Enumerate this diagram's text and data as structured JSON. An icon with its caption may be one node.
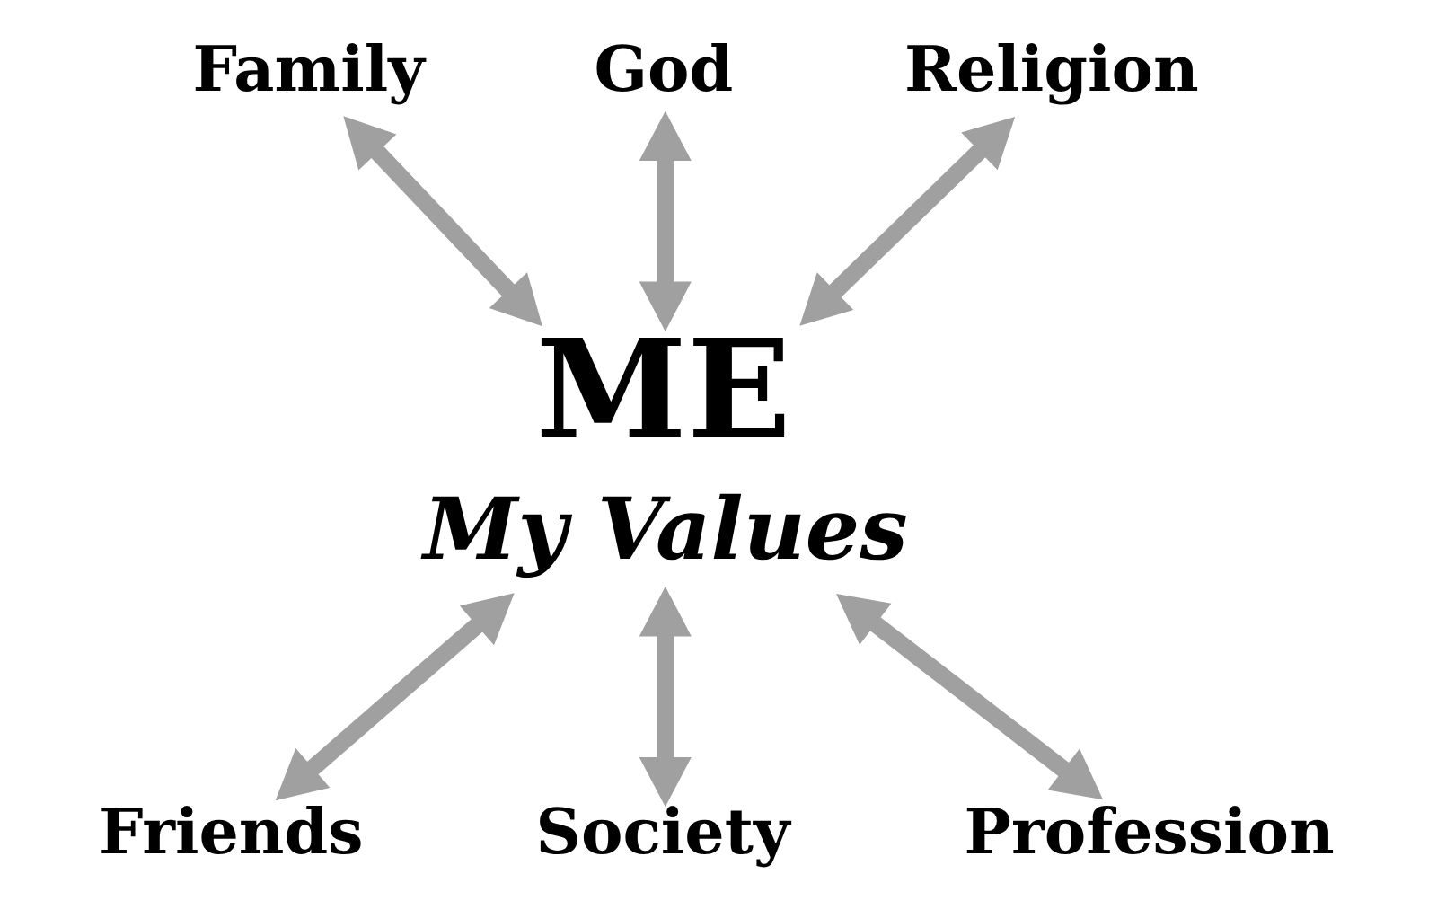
{
  "diagram": {
    "nodes": [
      {
        "text": [
          "God"
        ]
      },
      {
        "text": [
          "Family"
        ]
      },
      {
        "text": [
          "Religion"
        ]
      },
      {
        "text": [
          "ME",
          "My Values"
        ]
      },
      {
        "text": [
          "Friends"
        ]
      },
      {
        "text": [
          "Profession"
        ]
      },
      {
        "text": [
          "Society"
        ]
      }
    ],
    "edges": [
      {
        "from": 3,
        "to": 0,
        "arrow": "both"
      },
      {
        "from": 3,
        "to": 1,
        "arrow": "both"
      },
      {
        "from": 3,
        "to": 2,
        "arrow": "both"
      },
      {
        "from": 3,
        "to": 4,
        "arrow": "both"
      },
      {
        "from": 3,
        "to": 5,
        "arrow": "both"
      },
      {
        "from": 3,
        "to": 6,
        "arrow": "both"
      }
    ]
  }
}
